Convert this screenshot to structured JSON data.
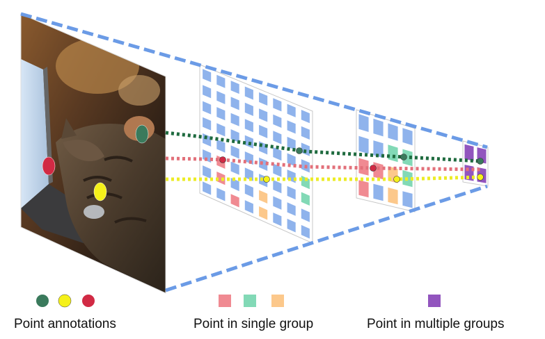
{
  "legend": {
    "point_annotations": {
      "label": "Point annotations",
      "colors": [
        "#3a7a5c",
        "#f5f11a",
        "#d12a44"
      ]
    },
    "single_group": {
      "label": "Point in single group",
      "colors": [
        "#f08a92",
        "#82d9b6",
        "#fcc88b"
      ]
    },
    "multiple_groups": {
      "label": "Point in multiple groups",
      "colors": [
        "#9255be"
      ]
    }
  },
  "colors": {
    "frustum": "#6b9be6",
    "cell": "#8fb3ec",
    "panel": "#ffffff",
    "green_line": "#1f6b3f",
    "red_line": "#e2707a",
    "yellow_line": "#ecec26"
  },
  "photo": {
    "subject": "tabby cat on a laptop keyboard with a hand"
  }
}
